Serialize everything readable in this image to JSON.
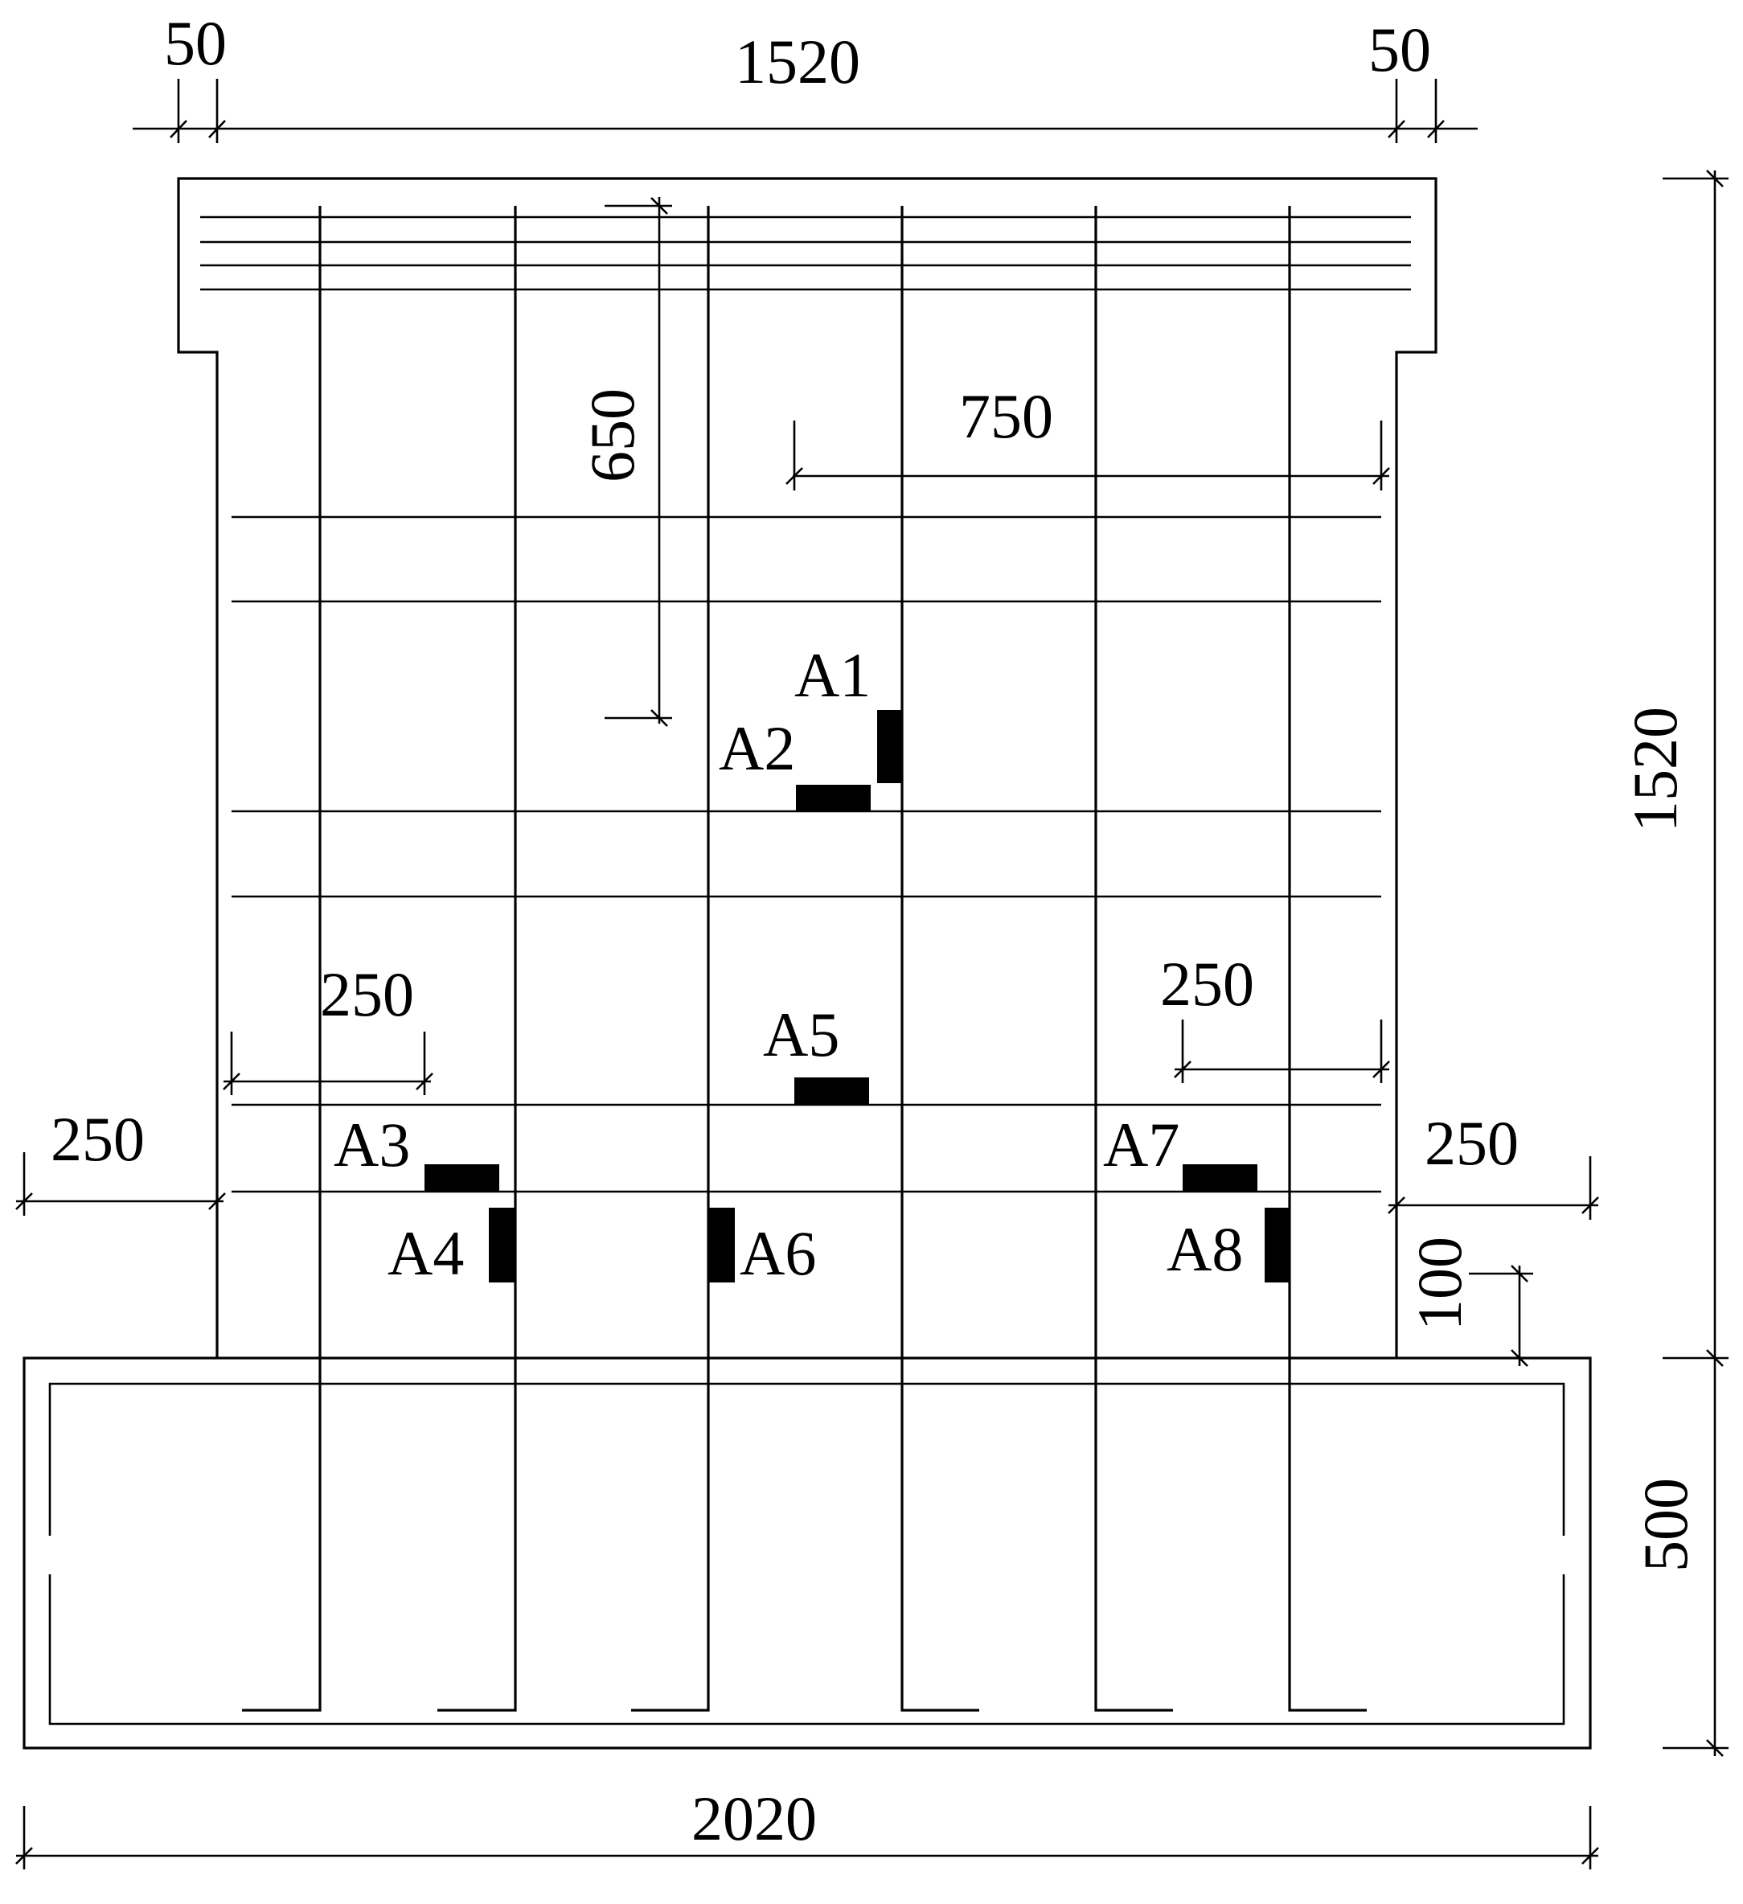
{
  "colors": {
    "ink": "#000000",
    "background": "#ffffff"
  },
  "dimensions": {
    "top_cover_left": "50",
    "top_width": "1520",
    "top_cover_right": "50",
    "vertical_650": "650",
    "horizontal_750": "750",
    "left_250_inner": "250",
    "left_250_outer": "250",
    "right_250_inner": "250",
    "right_250_outer": "250",
    "height_100": "100",
    "right_height_1520": "1520",
    "base_height_500": "500",
    "bottom_width_2020": "2020"
  },
  "gauges": {
    "A1": "A1",
    "A2": "A2",
    "A3": "A3",
    "A4": "A4",
    "A5": "A5",
    "A6": "A6",
    "A7": "A7",
    "A8": "A8"
  }
}
